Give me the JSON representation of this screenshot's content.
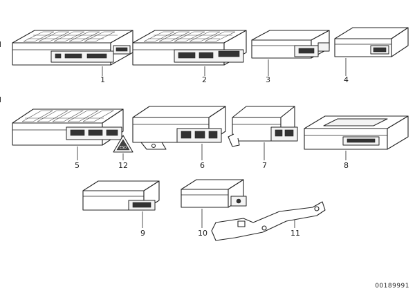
{
  "callouts": {
    "n1": "1",
    "n2": "2",
    "n3": "3",
    "n4": "4",
    "n5": "5",
    "n12": "12",
    "n6": "6",
    "n7": "7",
    "n8": "8",
    "n9": "9",
    "n10": "10",
    "n11": "11"
  },
  "document_id": "00189991",
  "warning_icon_text": "ESD"
}
